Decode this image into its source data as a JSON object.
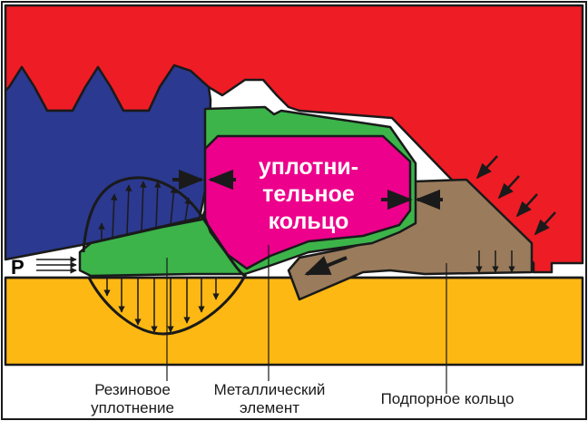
{
  "colors": {
    "body_red": "#ee1c25",
    "thread_blue": "#2b3990",
    "pipe_orange": "#fdb813",
    "seal_green": "#3cb44a",
    "seal_ring_magenta": "#ec008c",
    "backup_ring_brown": "#9a7b5c",
    "outline": "#1a1a1a"
  },
  "diagram": {
    "metal_ring_text": [
      "уплотни-",
      "тельное",
      "кольцо"
    ],
    "pressure_label": "P"
  },
  "captions": {
    "rubber_seal": [
      "Резиновое",
      "уплотнение"
    ],
    "metal_element": [
      "Металлический",
      "элемент"
    ],
    "backup_ring": "Подпорное кольцо"
  }
}
